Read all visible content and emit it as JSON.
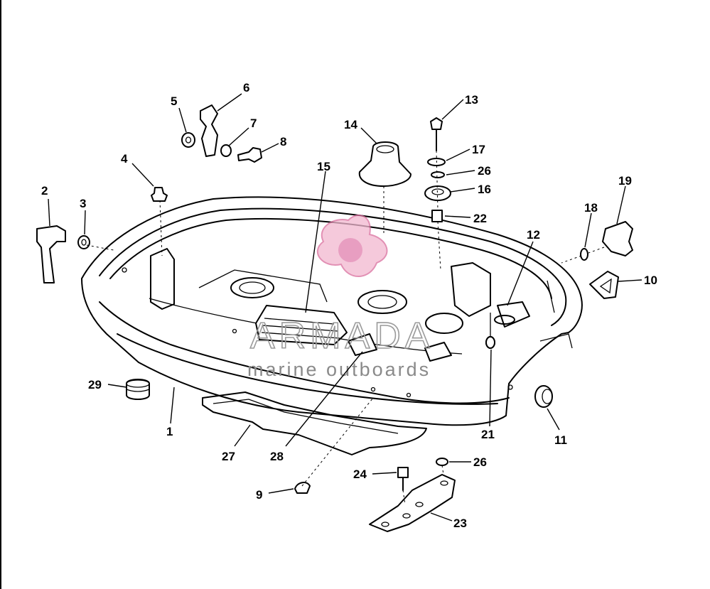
{
  "callouts": [
    {
      "id": "c1",
      "label": "1"
    },
    {
      "id": "c2",
      "label": "2"
    },
    {
      "id": "c3",
      "label": "3"
    },
    {
      "id": "c4",
      "label": "4"
    },
    {
      "id": "c5",
      "label": "5"
    },
    {
      "id": "c6",
      "label": "6"
    },
    {
      "id": "c7",
      "label": "7"
    },
    {
      "id": "c8",
      "label": "8"
    },
    {
      "id": "c9",
      "label": "9"
    },
    {
      "id": "c10",
      "label": "10"
    },
    {
      "id": "c11",
      "label": "11"
    },
    {
      "id": "c12",
      "label": "12"
    },
    {
      "id": "c13",
      "label": "13"
    },
    {
      "id": "c14",
      "label": "14"
    },
    {
      "id": "c15",
      "label": "15"
    },
    {
      "id": "c16",
      "label": "16"
    },
    {
      "id": "c17",
      "label": "17"
    },
    {
      "id": "c18",
      "label": "18"
    },
    {
      "id": "c19",
      "label": "19"
    },
    {
      "id": "c21",
      "label": "21"
    },
    {
      "id": "c22",
      "label": "22"
    },
    {
      "id": "c23",
      "label": "23"
    },
    {
      "id": "c24",
      "label": "24"
    },
    {
      "id": "c26a",
      "label": "26"
    },
    {
      "id": "c26b",
      "label": "26"
    },
    {
      "id": "c27",
      "label": "27"
    },
    {
      "id": "c28",
      "label": "28"
    },
    {
      "id": "c29",
      "label": "29"
    }
  ],
  "watermark": {
    "title": "ARMADA",
    "subtitle": "marine outboards",
    "logo_color": "#e89ac0",
    "text_color": "#8a8a8a"
  }
}
